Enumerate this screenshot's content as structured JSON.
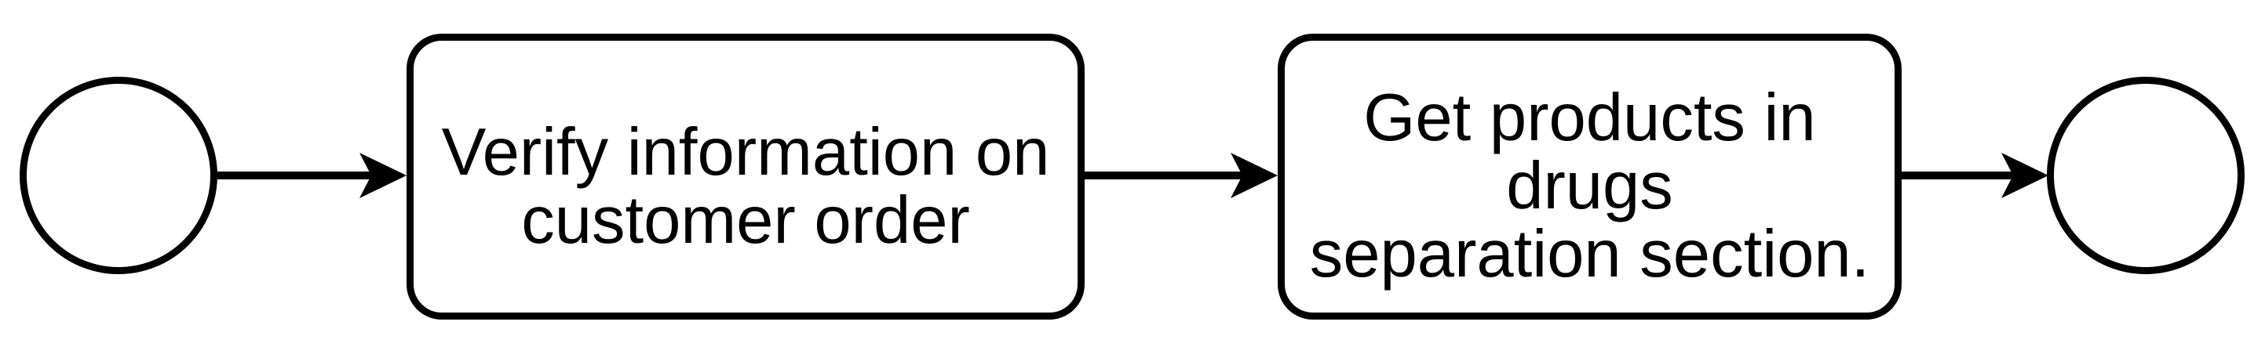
{
  "diagram": {
    "type": "flowchart",
    "background_color": "#ffffff",
    "stroke_color": "#000000",
    "text_color": "#000000",
    "nodes": [
      {
        "id": "start",
        "type": "start-event-circle",
        "label": ""
      },
      {
        "id": "task1",
        "type": "task",
        "label": "Verify information on\ncustomer order"
      },
      {
        "id": "task2",
        "type": "task",
        "label": "Get products in drugs\nseparation section."
      },
      {
        "id": "end",
        "type": "end-event-circle",
        "label": ""
      }
    ],
    "edges": [
      {
        "from": "start",
        "to": "task1",
        "style": "arrow"
      },
      {
        "from": "task1",
        "to": "task2",
        "style": "arrow"
      },
      {
        "from": "task2",
        "to": "end",
        "style": "arrow"
      }
    ]
  }
}
